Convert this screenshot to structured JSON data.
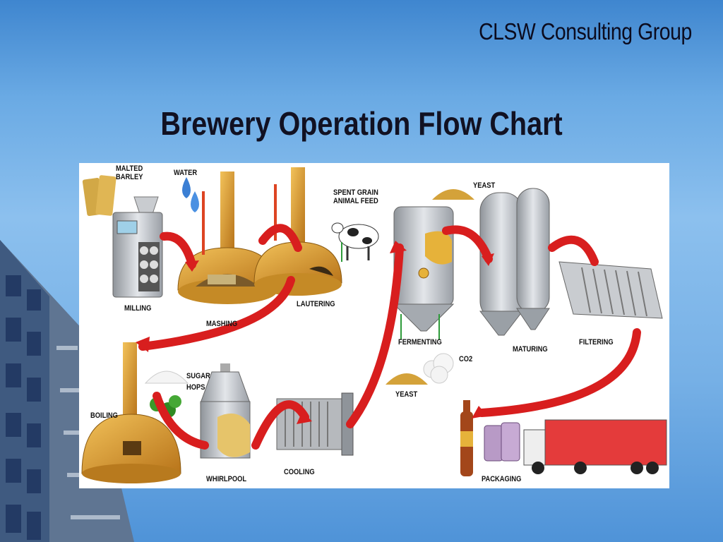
{
  "header": {
    "company": "CLSW Consulting Group",
    "title": "Brewery Operation Flow Chart"
  },
  "diagram": {
    "labels": {
      "malted_barley_1": "MALTED",
      "malted_barley_2": "BARLEY",
      "water": "WATER",
      "milling": "MILLING",
      "mashing": "MASHING",
      "lautering": "LAUTERING",
      "spent_grain_1": "SPENT GRAIN",
      "spent_grain_2": "ANIMAL FEED",
      "yeast_top": "YEAST",
      "fermenting": "FERMENTING",
      "co2": "CO2",
      "yeast_bottom": "YEAST",
      "maturing": "MATURING",
      "filtering": "FILTERING",
      "boiling": "BOILING",
      "sugar": "SUGAR",
      "hops": "HOPS",
      "whirlpool": "WHIRLPOOL",
      "cooling": "COOLING",
      "packaging": "PACKAGING"
    },
    "colors": {
      "arrow": "#d81e1e",
      "copper": "#d89a2c",
      "steel": "#b8bcc2",
      "pipe_green": "#2e9b3a"
    }
  }
}
